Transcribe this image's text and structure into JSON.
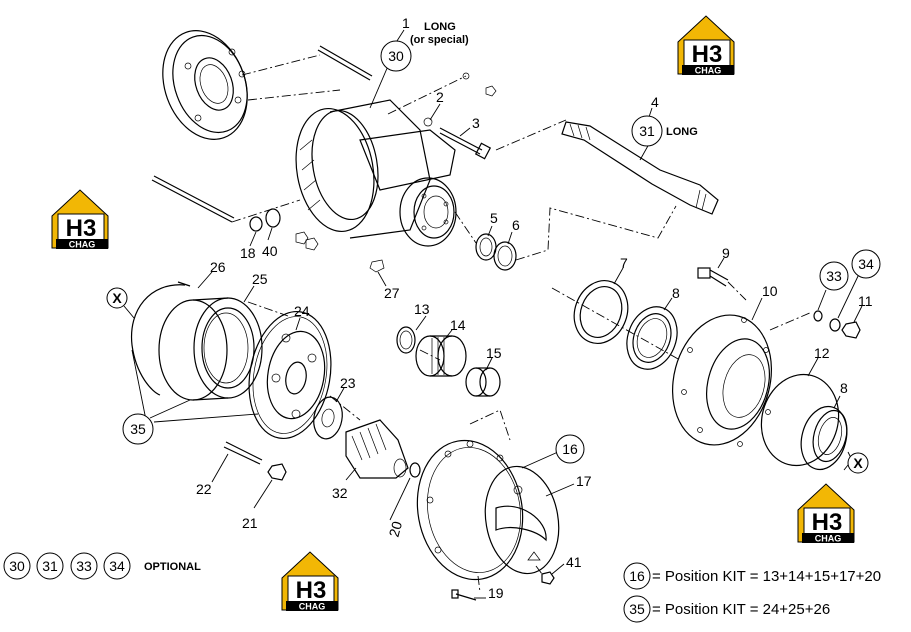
{
  "labels": {
    "l1": "1",
    "l2": "2",
    "l3": "3",
    "l4": "4",
    "l5": "5",
    "l6": "6",
    "l7": "7",
    "l8a": "8",
    "l8b": "8",
    "l9": "9",
    "l10": "10",
    "l11": "11",
    "l12": "12",
    "l13": "13",
    "l14": "14",
    "l15": "15",
    "l16": "16",
    "l17": "17",
    "l18": "18",
    "l19": "19",
    "l20": "20",
    "l21": "21",
    "l22": "22",
    "l23": "23",
    "l24": "24",
    "l25": "25",
    "l26": "26",
    "l27": "27",
    "l30": "30",
    "l31": "31",
    "l32": "32",
    "l33": "33",
    "l34": "34",
    "l35": "35",
    "l40": "40",
    "l41": "41",
    "lx1": "X",
    "lx2": "X"
  },
  "notes": {
    "long1a": "LONG",
    "long1b": "(or special)",
    "long4": "LONG"
  },
  "optional": {
    "c1": "30",
    "c2": "31",
    "c3": "33",
    "c4": "34",
    "text": "OPTIONAL"
  },
  "legend": {
    "kit16_num": "16",
    "kit16_text": "= Position KIT = 13+14+15+17+20",
    "kit35_num": "35",
    "kit35_text": "= Position KIT = 24+25+26"
  },
  "logo": {
    "big": "H3",
    "small": "CHAG",
    "accent": "#f2b705"
  }
}
